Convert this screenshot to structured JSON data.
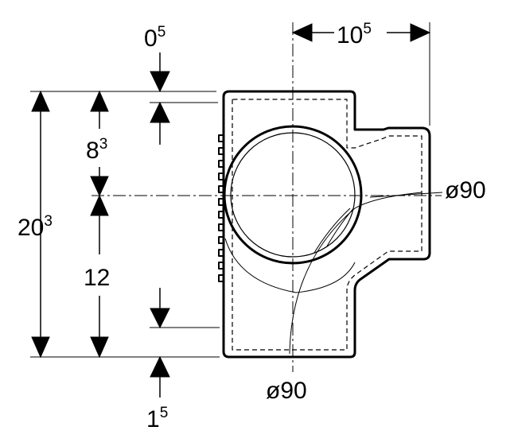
{
  "dimensions": {
    "top_offset": {
      "base": "0",
      "sup": "5"
    },
    "side_reach": {
      "base": "10",
      "sup": "5"
    },
    "upper_height": {
      "base": "8",
      "sup": "3"
    },
    "total_height": {
      "base": "20",
      "sup": "3"
    },
    "lower_height": "12",
    "bottom_offset": {
      "base": "1",
      "sup": "5"
    },
    "side_diameter": "ø90",
    "bottom_diameter": "ø90"
  }
}
